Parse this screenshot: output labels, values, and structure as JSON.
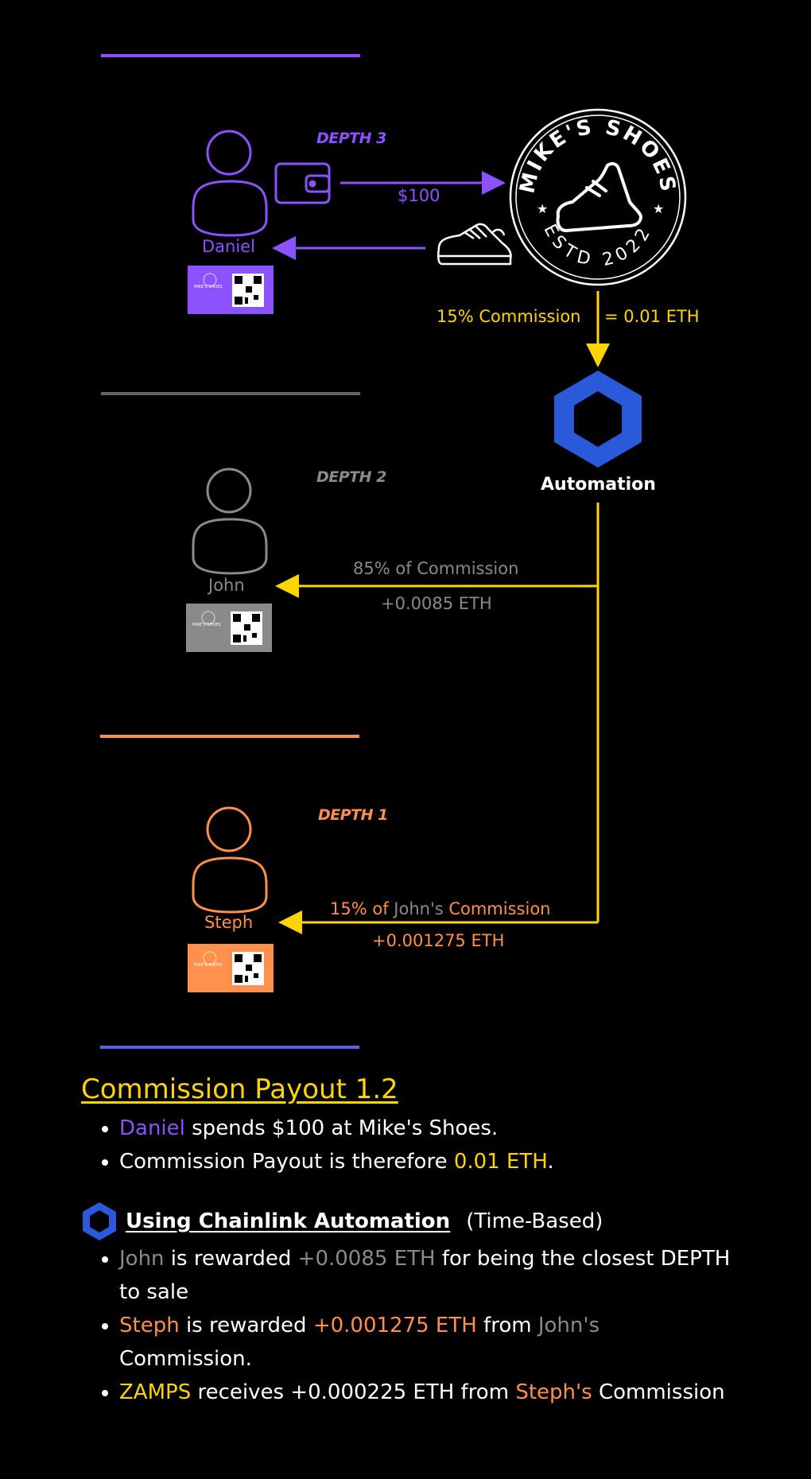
{
  "diagram": {
    "depth3": {
      "label": "DEPTH 3",
      "person": "Daniel",
      "amount": "$100"
    },
    "store": {
      "name": "MIKE'S SHOES",
      "estd": "ESTD 2022"
    },
    "commission": {
      "left": "15% Commission",
      "right": "= 0.01 ETH"
    },
    "automation": {
      "label": "Automation"
    },
    "depth2": {
      "label": "DEPTH 2",
      "person": "John",
      "share": "85% of Commission",
      "reward": "+0.0085 ETH"
    },
    "depth1": {
      "label": "DEPTH 1",
      "person": "Steph",
      "share_pre": "15% of",
      "share_name": "John's",
      "share_post": "Commission",
      "reward": "+0.001275 ETH"
    },
    "card_text": "MIKE'S SHOES"
  },
  "summary": {
    "title": "Commission Payout 1.2",
    "line1": {
      "name": "Daniel",
      "text": " spends $100 at Mike's Shoes."
    },
    "line2": {
      "text": "Commission Payout is therefore ",
      "value": "0.01 ETH",
      "end": "."
    },
    "chainlink_heading": "Using Chainlink Automation",
    "chainlink_sub": "(Time-Based)",
    "b1": {
      "name": "John",
      "t1": " is rewarded ",
      "value": "+0.0085 ETH",
      "t2": " for being the closest DEPTH to sale"
    },
    "b2": {
      "name": "Steph",
      "t1": " is rewarded ",
      "value": "+0.001275 ETH",
      "t2": " from ",
      "ref": "John's",
      "t3": " Commission."
    },
    "b3": {
      "name": "ZAMPS",
      "t1": " receives +0.000225 ETH from ",
      "ref": "Steph's",
      "t2": " Commission"
    }
  },
  "colors": {
    "purple": "#8c52ff",
    "grey": "#8a8a8a",
    "orange": "#ff914d",
    "yellow": "#ffd400",
    "blue": "#2a5ada",
    "divider_blue": "#5e5ef0"
  }
}
